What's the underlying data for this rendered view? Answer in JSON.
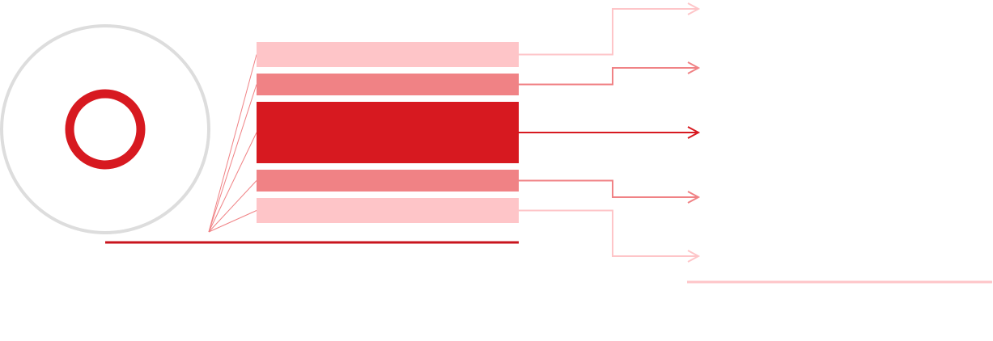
{
  "diagram": {
    "colors": {
      "background": "#ffffff",
      "roll_outline": "#dddddd",
      "core_ring": "#d71920",
      "layer_light": "#fec5c8",
      "layer_medium": "#f08285",
      "layer_core": "#d71920",
      "fan_lines": "#f08285",
      "base_line": "#c8141d",
      "output_rule": "#fec5c8"
    },
    "layers": [
      {
        "id": "outer-top",
        "tone": "light"
      },
      {
        "id": "mid-top",
        "tone": "medium"
      },
      {
        "id": "core",
        "tone": "core"
      },
      {
        "id": "mid-bottom",
        "tone": "medium"
      },
      {
        "id": "outer-bottom",
        "tone": "light"
      }
    ]
  }
}
